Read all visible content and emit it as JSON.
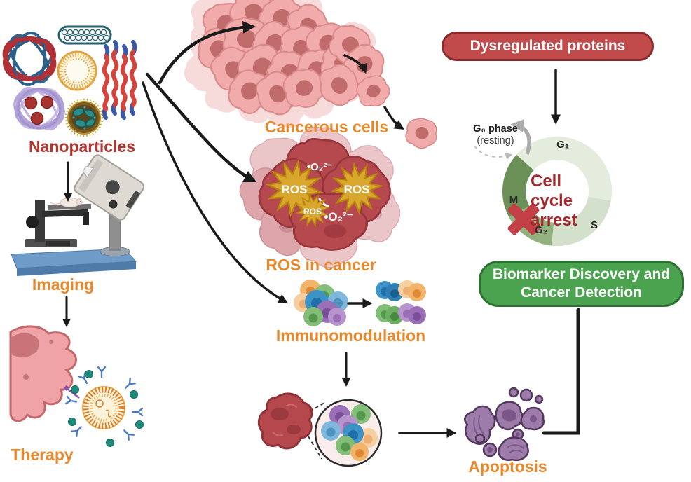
{
  "figure": {
    "title_context": "Nanoparticles in cancer theranostics diagram",
    "labels": {
      "nanoparticles": "Nanoparticles",
      "imaging": "Imaging",
      "therapy": "Therapy",
      "cancerous_cells": "Cancerous cells",
      "ros_in_cancer": "ROS in cancer",
      "immunomodulation": "Immunomodulation",
      "apoptosis": "Apoptosis"
    },
    "pills": {
      "dysregulated_proteins": "Dysregulated proteins",
      "biomarker_line1": "Biomarker Discovery and",
      "biomarker_line2": "Cancer Detection"
    },
    "cell_cycle": {
      "title_line1": "Cell cycle",
      "title_line2": "arrest",
      "g0_phase": "G₀ phase",
      "g0_resting": "(resting)",
      "phase_g1": "G₁",
      "phase_s": "S",
      "phase_g2": "G₂",
      "phase_m": "M"
    },
    "ros": {
      "burst": "ROS",
      "superoxide": "•O₂²⁻"
    },
    "colors": {
      "label_orange": "#E8882B",
      "label_red": "#B5342E",
      "pill_red": "#C14B4B",
      "pill_red_border": "#8C2A2E",
      "pill_green": "#4BA34F",
      "pill_green_border": "#2F7032",
      "arrest_text": "#A5282E",
      "ring_g1": "#E4ECDD",
      "ring_s": "#D3E0CB",
      "ring_g2": "#94B180",
      "ring_m": "#6B9158",
      "block_x": "#C24046",
      "ros_burst_gold": "#D9A62E",
      "tumor_red": "#B5484D",
      "apoptosis_purple": "#9D7CAA",
      "arrow_black": "#1A1A1A"
    },
    "icons": [
      "polymer-nanoparticle-icon",
      "carbon-nanotube-icon",
      "liposome-icon",
      "polymer-chains-icon",
      "micelle-drug-icon",
      "viral-nanoparticle-icon",
      "in-vivo-imaging-scanner-icon",
      "therapy-cell-icon",
      "functionalized-liposome-icon",
      "tumor-cell-cluster-icon",
      "metastatic-cell-icon",
      "ros-cells-icon",
      "ros-starburst-icon",
      "immune-cell-cluster-icon",
      "sorted-immune-cells-icon",
      "tumor-icon",
      "magnified-immune-cells-icon",
      "apoptotic-bodies-icon",
      "cell-cycle-ring-icon",
      "cell-cycle-block-x-icon",
      "g0-exit-arrow-icon"
    ]
  }
}
